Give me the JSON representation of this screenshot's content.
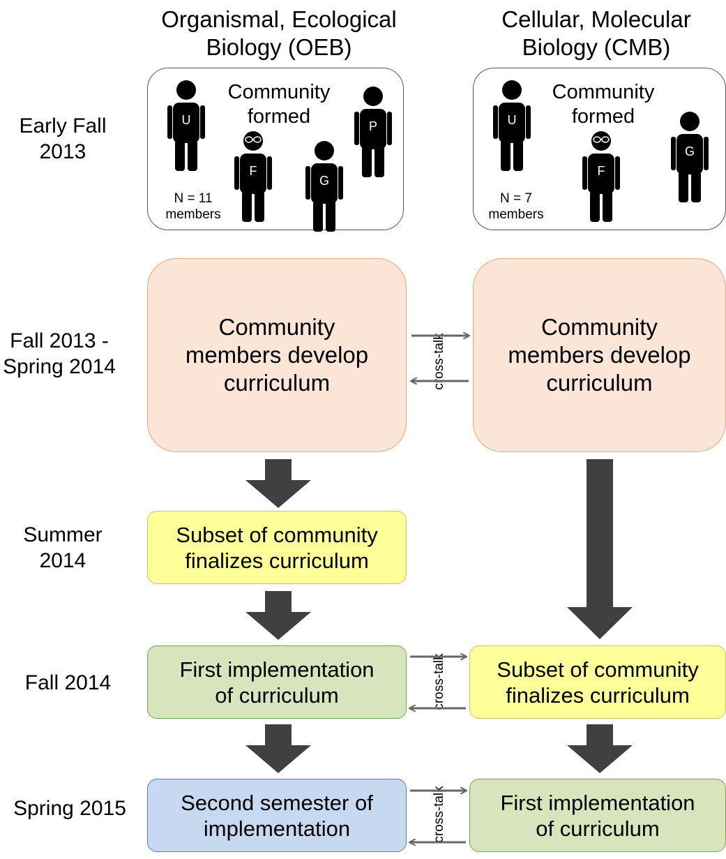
{
  "columns": {
    "oeb": [
      "Organismal, Ecological",
      "Biology (OEB)"
    ],
    "cmb": [
      "Cellular, Molecular",
      "Biology (CMB)"
    ]
  },
  "rows": {
    "early_fall": [
      "Early Fall",
      "2013"
    ],
    "fall13_spring14": [
      "Fall 2013 -",
      "Spring 2014"
    ],
    "summer": [
      "Summer",
      "2014"
    ],
    "fall14": [
      "Fall 2014"
    ],
    "spring15": [
      "Spring 2015"
    ]
  },
  "oeb": {
    "community": [
      "Community",
      "formed"
    ],
    "members": [
      "N = 11",
      "members"
    ],
    "figures": [
      "U",
      "F",
      "G",
      "P"
    ],
    "develop": [
      "Community",
      "members develop",
      "curriculum"
    ],
    "finalize": [
      "Subset of community",
      "finalizes curriculum"
    ],
    "first_impl": [
      "First implementation",
      "of curriculum"
    ],
    "second_sem": [
      "Second semester of",
      "implementation"
    ]
  },
  "cmb": {
    "community": [
      "Community",
      "formed"
    ],
    "members": [
      "N = 7",
      "members"
    ],
    "figures": [
      "U",
      "F",
      "G"
    ],
    "develop": [
      "Community",
      "members develop",
      "curriculum"
    ],
    "finalize": [
      "Subset of community",
      "finalizes curriculum"
    ],
    "first_impl": [
      "First implementation",
      "of curriculum"
    ]
  },
  "crosstalk_label": "cross-talk",
  "colors": {
    "peach": "#fbe5d6",
    "yellow": "#ffff99",
    "green": "#d8e4bc",
    "blue": "#c6d9f0",
    "arrow": "#404040"
  }
}
